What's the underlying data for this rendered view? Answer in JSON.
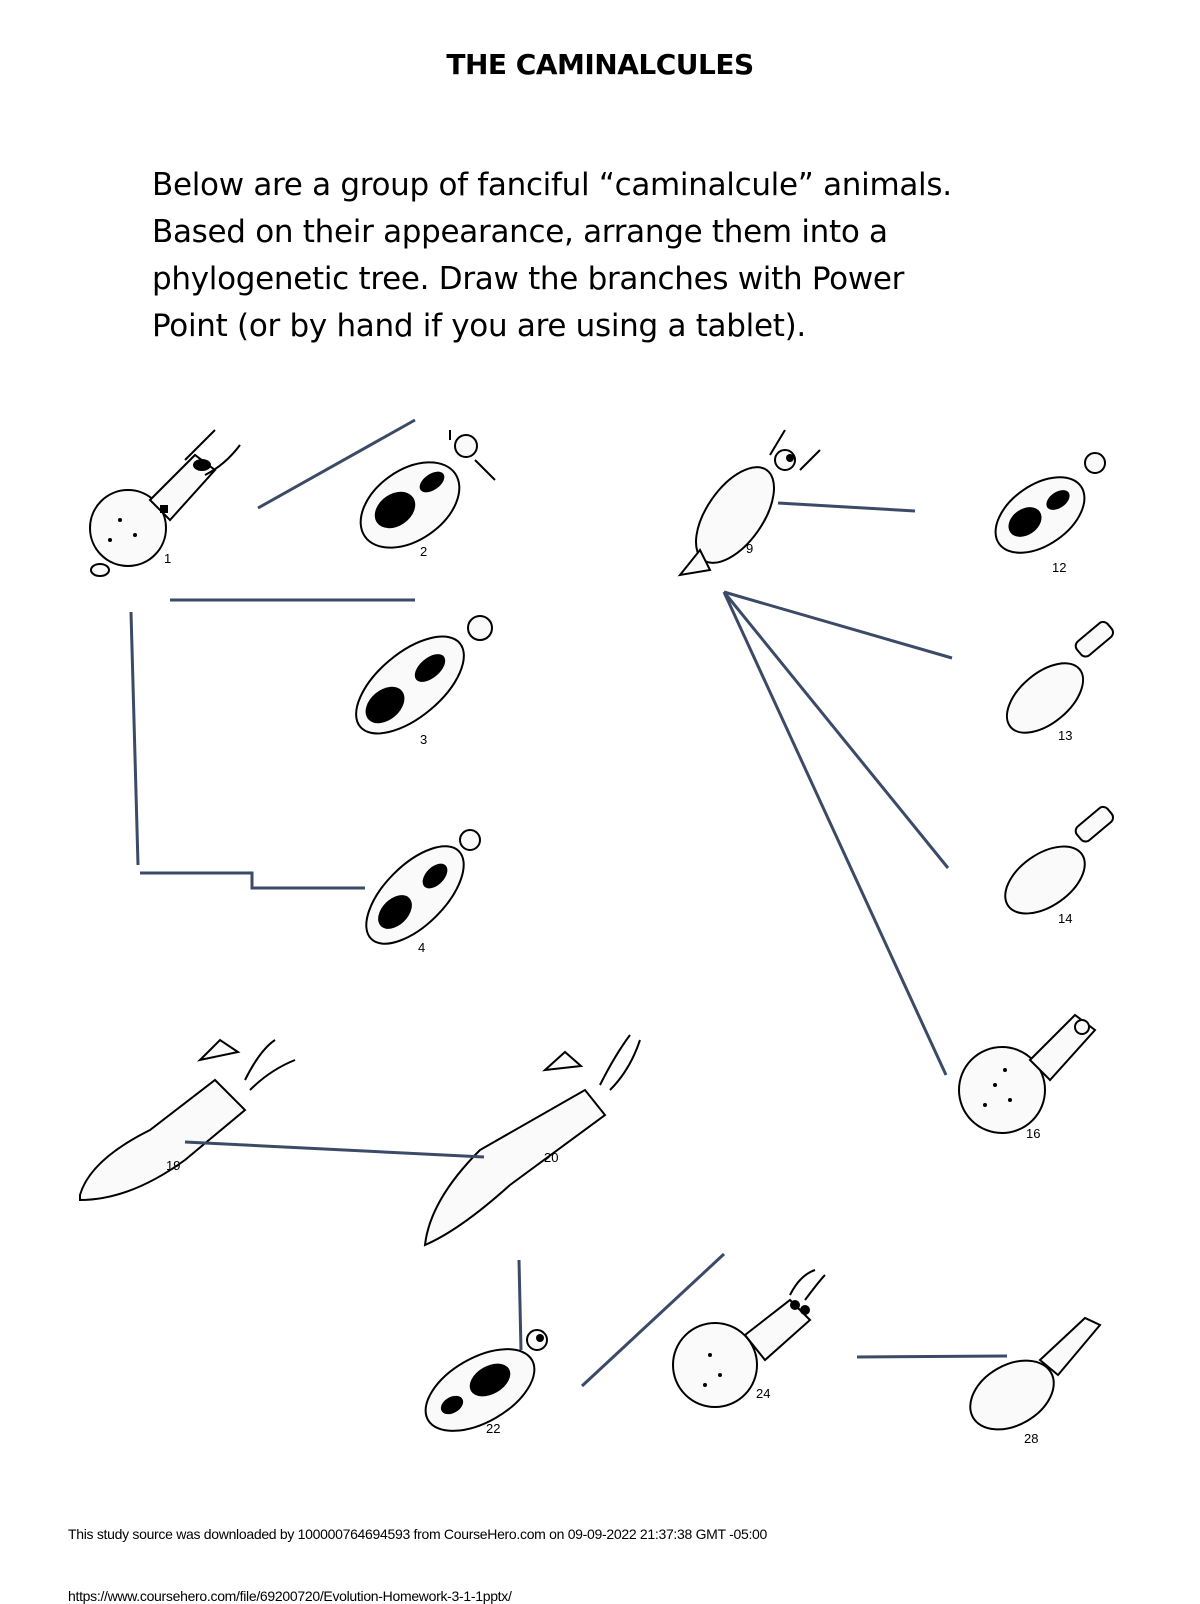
{
  "title": "THE CAMINALCULES",
  "instructions": [
    "Below are a group of fanciful “caminalcule” animals.",
    "Based on their appearance, arrange them into a",
    "phylogenetic tree.  Draw the branches with Power",
    "Point (or by hand if you are using a tablet)."
  ],
  "specimens": {
    "s1": "1",
    "s2": "2",
    "s3": "3",
    "s4": "4",
    "s9": "9",
    "s12": "12",
    "s13": "13",
    "s14": "14",
    "s16": "16",
    "s19": "19",
    "s20": "20",
    "s22": "22",
    "s24": "24",
    "s28": "28"
  },
  "colors": {
    "branch_line": "#3b4a66"
  },
  "footer": {
    "download_note": "This study source was downloaded by 100000764694593 from CourseHero.com on 09-09-2022 21:37:38 GMT -05:00",
    "url": "https://www.coursehero.com/file/69200720/Evolution-Homework-3-1-1pptx/"
  }
}
